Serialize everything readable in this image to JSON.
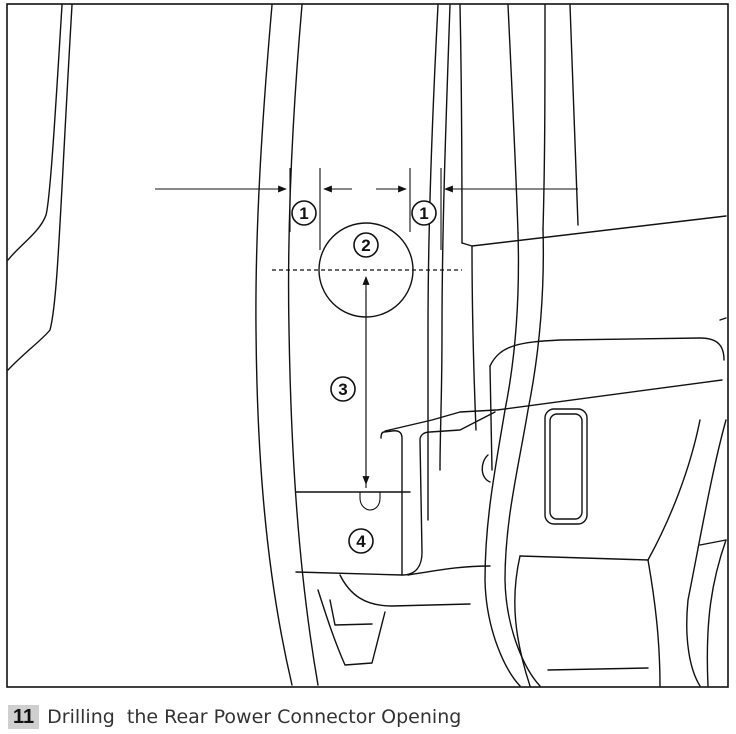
{
  "caption": {
    "step": "11",
    "title": "Drilling  the Rear Power Connector Opening"
  },
  "callouts": [
    {
      "id": "c1a",
      "label": "1"
    },
    {
      "id": "c1b",
      "label": "1"
    },
    {
      "id": "c2",
      "label": "2"
    },
    {
      "id": "c3",
      "label": "3"
    },
    {
      "id": "c4",
      "label": "4"
    }
  ]
}
